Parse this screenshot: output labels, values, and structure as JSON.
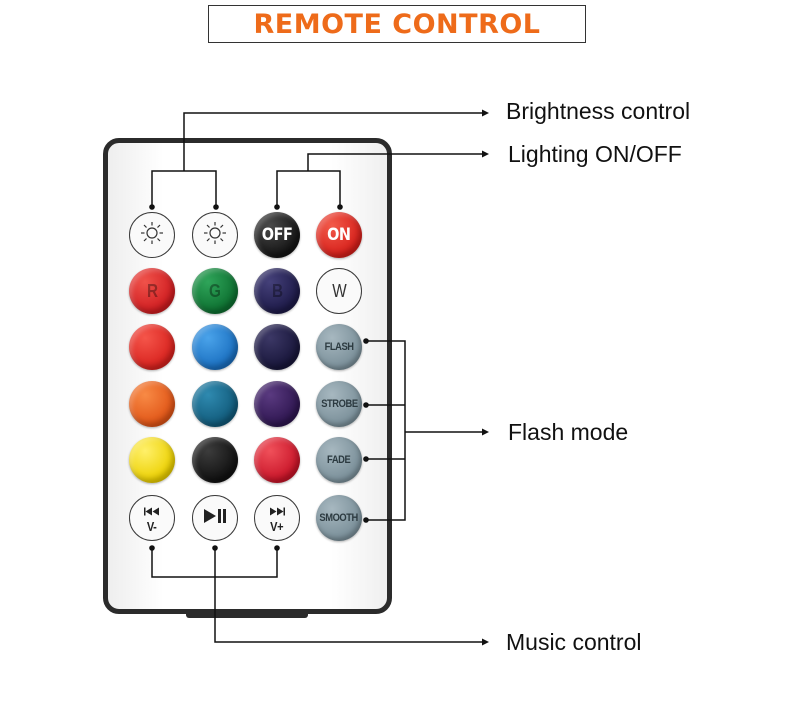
{
  "title": "REMOTE CONTROL",
  "callouts": {
    "brightness": "Brightness control",
    "lighting": "Lighting ON/OFF",
    "flash": "Flash mode",
    "music": "Music control"
  },
  "buttons": {
    "off": "OFF",
    "on": "ON",
    "r": "R",
    "g": "G",
    "b": "B",
    "w": "W",
    "flash": "FLASH",
    "strobe": "STROBE",
    "fade": "FADE",
    "smooth": "SMOOTH",
    "vol_down": "V-",
    "vol_up": "V+"
  },
  "colors": {
    "title": "#ee6b1a",
    "red": "#e02a2a",
    "green": "#138a3e",
    "blue_dark": "#2a2758",
    "orange": "#e8601a",
    "yellow": "#f4d90e",
    "sky": "#1f7fd0",
    "teal": "#1a6a8a",
    "navy": "#262347",
    "purple": "#3d1f5a",
    "black": "#1c1c1c",
    "crimson": "#d41a30"
  }
}
